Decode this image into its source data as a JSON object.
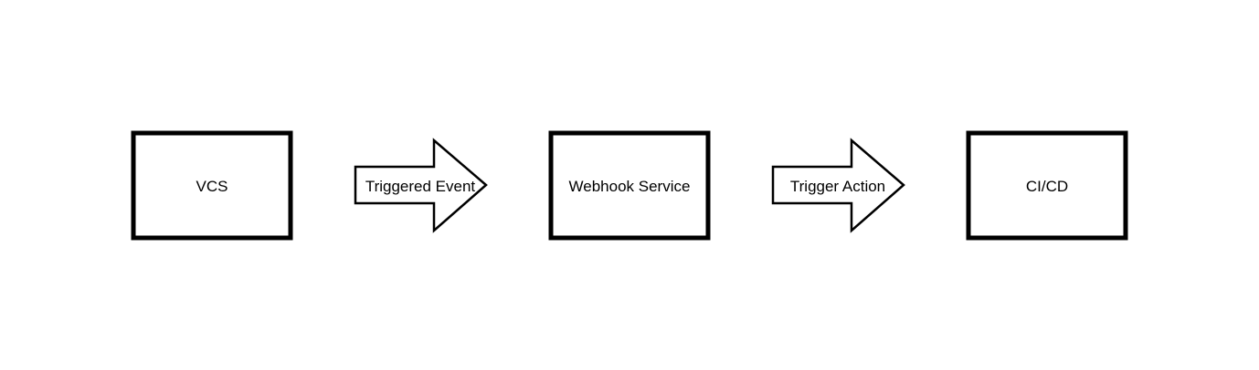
{
  "diagram": {
    "nodes": [
      {
        "label": "VCS"
      },
      {
        "label": "Webhook Service"
      },
      {
        "label": "CI/CD"
      }
    ],
    "edges": [
      {
        "label": "Triggered Event"
      },
      {
        "label": "Trigger Action"
      }
    ]
  }
}
